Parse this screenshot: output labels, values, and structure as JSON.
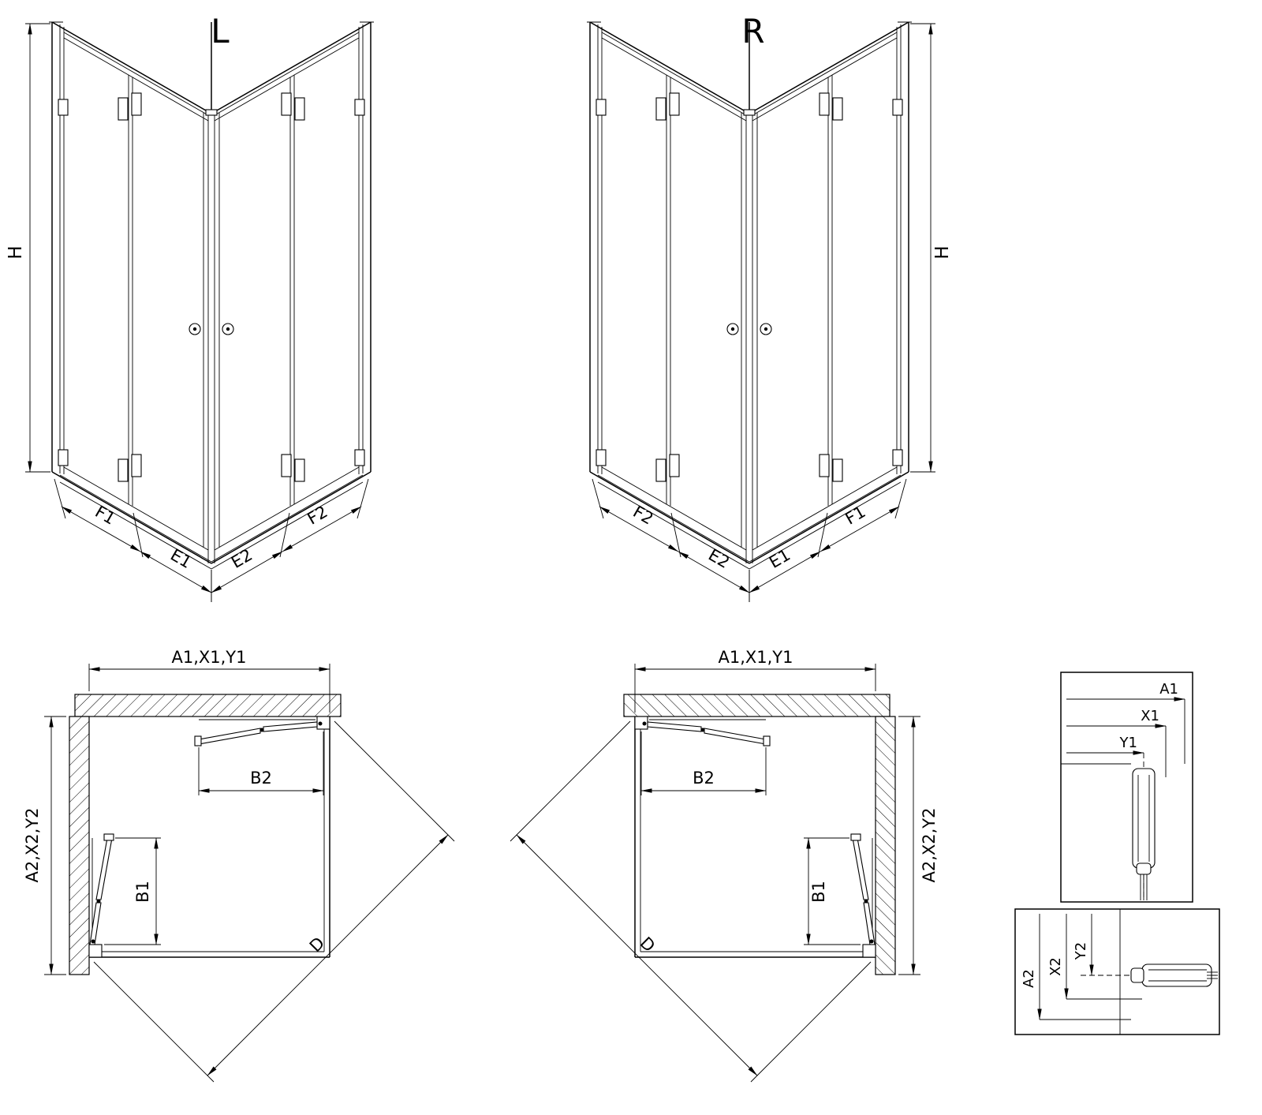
{
  "colors": {
    "line": "#000000",
    "background": "#ffffff"
  },
  "views": {
    "perspective_left": {
      "title": "L",
      "height_dim": "H",
      "bottom_left": [
        "F1",
        "E1"
      ],
      "bottom_right": [
        "E2",
        "F2"
      ]
    },
    "perspective_right": {
      "title": "R",
      "height_dim": "H",
      "bottom_left": [
        "F2",
        "E2"
      ],
      "bottom_right": [
        "E1",
        "F1"
      ]
    },
    "plan_left": {
      "width_dim": "A1,X1,Y1",
      "depth_dim": "A2,X2,Y2",
      "door_width_dim": "B2",
      "door_depth_dim": "B1",
      "diagonal_dim": "D"
    },
    "plan_right": {
      "width_dim": "A1,X1,Y1",
      "depth_dim": "A2,X2,Y2",
      "door_width_dim": "B2",
      "door_depth_dim": "B1",
      "diagonal_dim": "D"
    },
    "detail_horizontal": {
      "dims": [
        "A1",
        "X1",
        "Y1"
      ]
    },
    "detail_vertical": {
      "dims": [
        "A2",
        "X2",
        "Y2"
      ]
    }
  }
}
